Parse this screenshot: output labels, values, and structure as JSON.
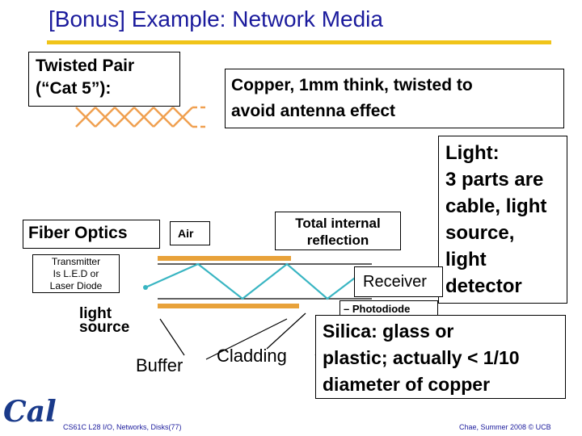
{
  "slide": {
    "title": "[Bonus] Example: Network Media",
    "twisted_pair_label": "Twisted Pair\n(“Cat 5”):",
    "copper_note": "Copper, 1mm think, twisted to\navoid antenna effect",
    "light_note": "Light:\n3 parts are\ncable, light\nsource,\nlight\ndetector",
    "fiber_optics_label": "Fiber Optics",
    "air_label": "Air",
    "tir_label": "Total internal\nreflection",
    "transmitter_label": "Transmitter\nIs L.E.D or\nLaser Diode",
    "receiver_label": "Receiver",
    "photodiode_label": "– Photodiode",
    "light_source_label": "light\nsource",
    "buffer_label": "Buffer",
    "cladding_label": "Cladding",
    "silica_note": "Silica: glass or\nplastic; actually < 1/10\ndiameter of copper",
    "footer_left": "CS61C L28 I/O, Networks, Disks(77)",
    "footer_right": "Chae, Summer 2008 © UCB",
    "logo_text": "Cal"
  },
  "colors": {
    "title": "#1a1a9c",
    "rule": "#f0c419",
    "twisted_pair": "#f0a050",
    "cladding": "#e8a23a",
    "light_ray": "#39b5c2",
    "logo": "#1a3a8a"
  }
}
